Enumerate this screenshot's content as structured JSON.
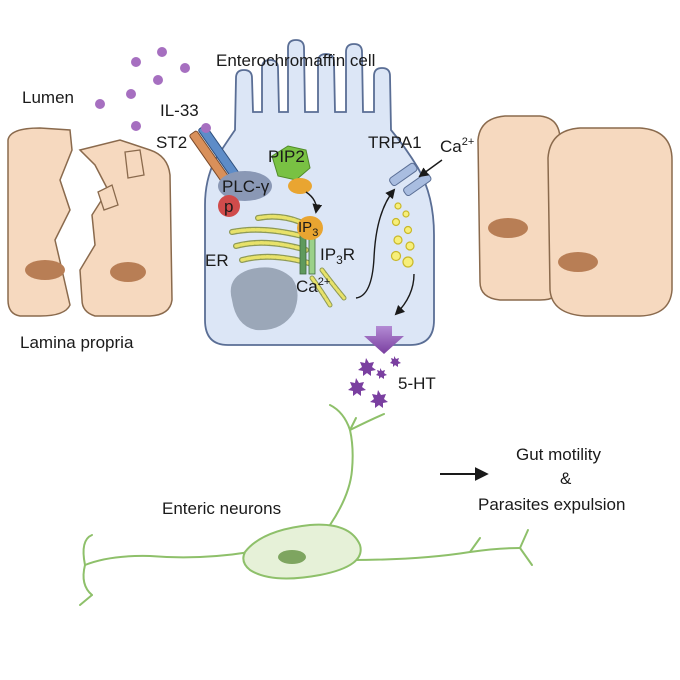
{
  "labels": {
    "cell": "Enterochromaffin cell",
    "lumen": "Lumen",
    "il33": "IL-33",
    "st2": "ST2",
    "plc": "PLC-γ",
    "p": "p",
    "pip2": "PIP2",
    "ip3_main": "IP",
    "ip3_sub": "3",
    "ip3r_main": "IP",
    "ip3r_sub": "3",
    "ip3r_tail": "R",
    "er": "ER",
    "ca_main": "Ca",
    "ca_sup": "2+",
    "trpa1": "TRPA1",
    "ca_out_main": "Ca",
    "ca_out_sup": "2+",
    "serotonin": "5-HT",
    "lamina": "Lamina propria",
    "neurons": "Enteric neurons",
    "outcome1": "Gut motility",
    "outcome_amp": "&",
    "outcome2": "Parasites expulsion"
  },
  "colors": {
    "cell_fill": "#dce6f6",
    "cell_stroke": "#5a6e95",
    "epithelium_fill": "#f6d9bf",
    "epithelium_stroke": "#8a6a4d",
    "nucleus_brown": "#b87e55",
    "il33_dots": "#a66fc0",
    "pip2_green": "#79c143",
    "plc_gray": "#8a98b5",
    "p_red": "#d04b4b",
    "ip3_orange": "#e9a531",
    "ip3r_green": "#79b46b",
    "er_yellow": "#e8e26a",
    "vesicle_yellow": "#f0e232",
    "serotonin_purple": "#7a3fa0",
    "neuron_green": "#8ec06a",
    "neuron_fill": "#e6f1d8"
  },
  "icons": [
    "arrow-right-icon",
    "release-arrow-icon"
  ]
}
